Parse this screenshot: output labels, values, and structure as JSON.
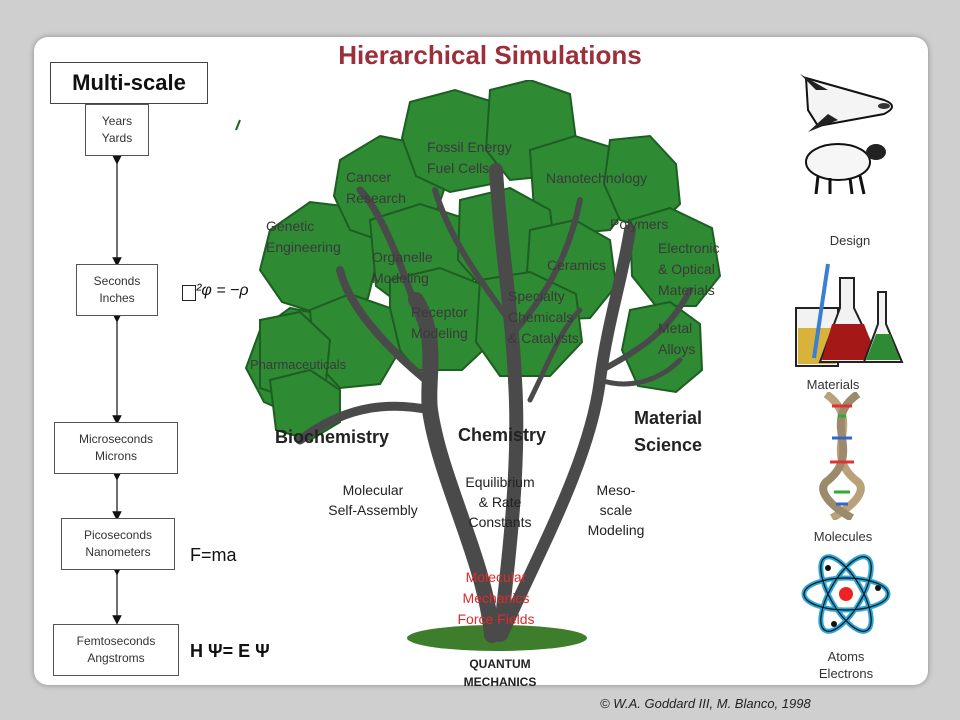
{
  "title": "Hierarchical Simulations",
  "multiscale_label": "Multi-scale",
  "scales": [
    {
      "line1": "Years",
      "line2": "Yards"
    },
    {
      "line1": "Seconds",
      "line2": "Inches"
    },
    {
      "line1": "Microseconds",
      "line2": "Microns"
    },
    {
      "line1": "Picoseconds",
      "line2": "Nanometers"
    },
    {
      "line1": "Femtoseconds",
      "line2": "Angstroms"
    }
  ],
  "equations": {
    "laplace_box": "",
    "laplace": "²φ = −ρ",
    "newton": "F=ma",
    "schrodinger": "H Ψ= E Ψ"
  },
  "applications": {
    "fossil_energy": "Fossil Energy",
    "fuel_cells": "Fuel Cells",
    "cancer": "Cancer",
    "research": "Research",
    "nanotechnology": "Nanotechnology",
    "genetic": "Genetic",
    "engineering": "Engineering",
    "organelle": "Organelle",
    "modeling1": "Modeling",
    "polymers": "Polymers",
    "electronic": "Electronic",
    "optical": "& Optical",
    "materials": "Materials",
    "ceramics": "Ceramics",
    "specialty": "Specialty",
    "chemicals": "Chemicals",
    "catalysts": "& Catalysts",
    "receptor": "Receptor",
    "modeling2": "Modeling",
    "metal": "Metal",
    "alloys": "Alloys",
    "pharmaceuticals": "Pharmaceuticals"
  },
  "domains": {
    "biochemistry": "Biochemistry",
    "chemistry": "Chemistry",
    "material": "Material",
    "science": "Science"
  },
  "methods": {
    "molecular": "Molecular",
    "self_assembly": "Self-Assembly",
    "equilibrium": "Equilibrium",
    "rate": "& Rate",
    "constants": "Constants",
    "meso": "Meso-",
    "scale": "scale",
    "modeling": "Modeling"
  },
  "roots": {
    "line1": "Molecular",
    "line2": "Mechanics",
    "line3": "Force Fields",
    "qm1": "QUANTUM",
    "qm2": "MECHANICS"
  },
  "right_labels": {
    "design": "Design",
    "materials": "Materials",
    "molecules": "Molecules",
    "atoms": "Atoms",
    "electrons": "Electrons"
  },
  "copyright": "© W.A. Goddard III, M. Blanco, 1998"
}
